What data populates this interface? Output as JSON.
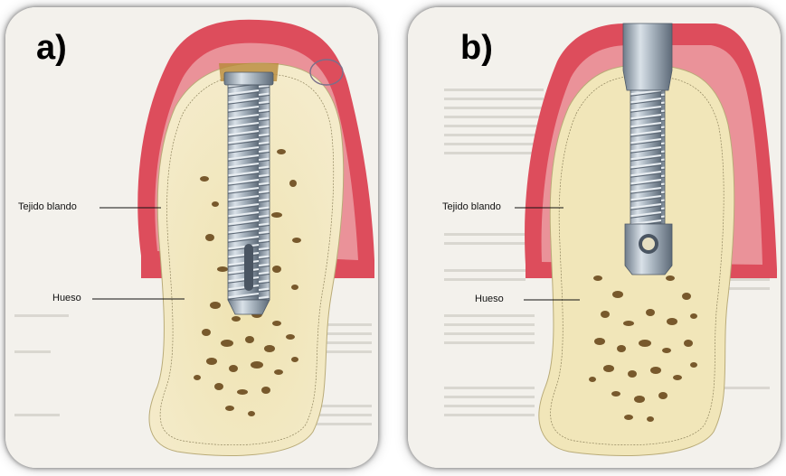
{
  "panels": [
    {
      "letter": "a)",
      "soft_tissue_label": "Tejido blando",
      "bone_label": "Hueso"
    },
    {
      "letter": "b)",
      "soft_tissue_label": "Tejido blando",
      "bone_label": "Hueso"
    }
  ],
  "colors": {
    "gum": "#dd4d5c",
    "gum_light": "#eb9aa0",
    "bone": "#f1e6b9",
    "marrow": "#6b4a1d",
    "implant": "#9aa7b4"
  }
}
